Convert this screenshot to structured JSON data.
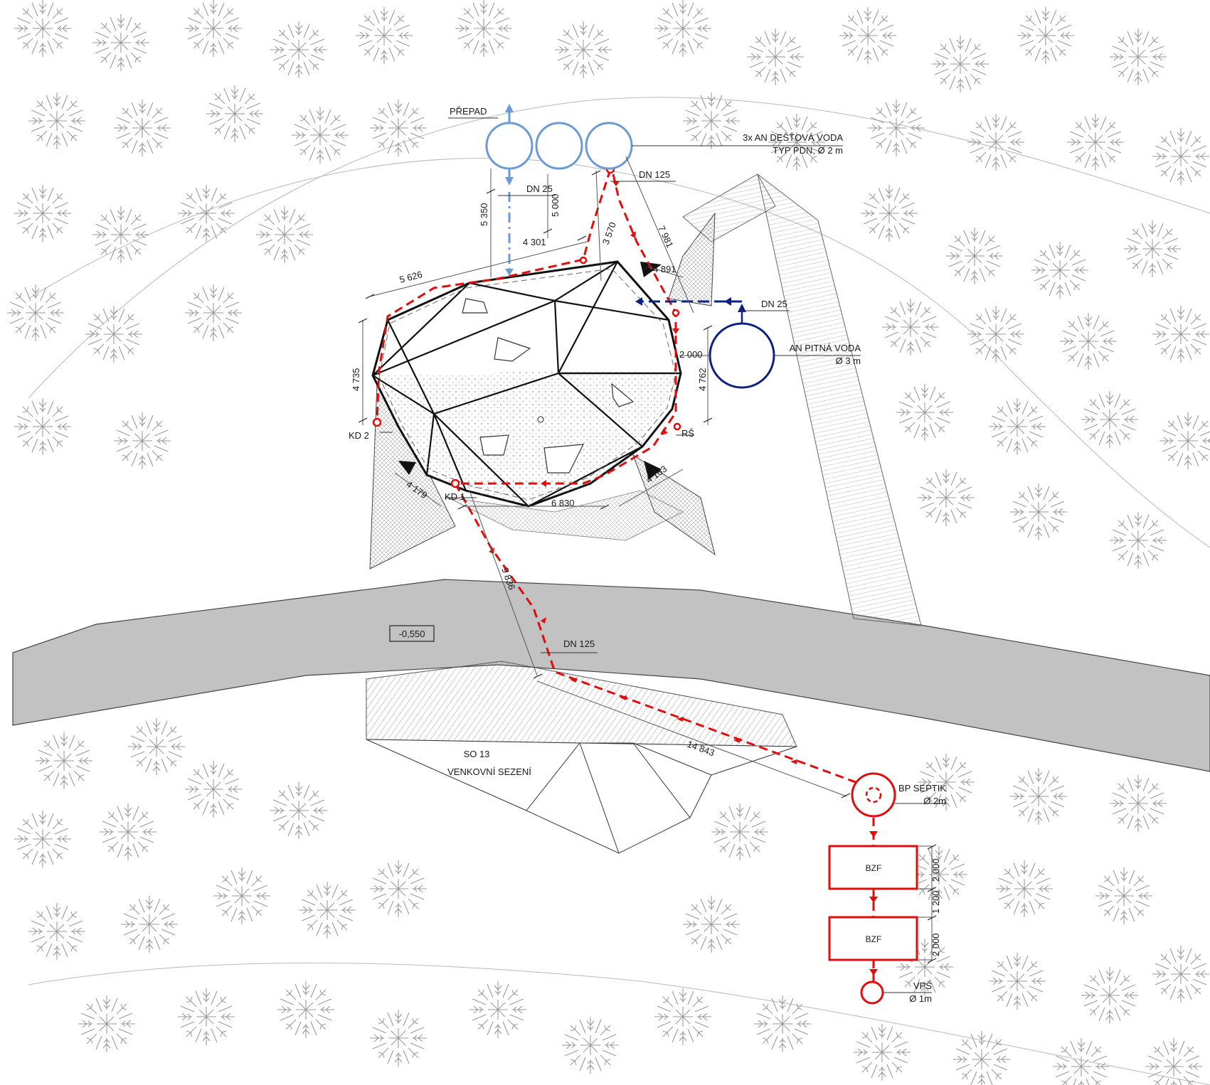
{
  "labels": {
    "prepad": "PŘEPAD",
    "rain_tanks": "3x AN DEŠŤOVÁ VODA",
    "rain_tanks_type": "TYP PDN, Ø 2 m",
    "potable_tank": "AN PITNÁ VODA",
    "potable_tank_size": "Ø 3 m",
    "dn25_top": "DN 25",
    "dn25_right": "DN 25",
    "dn125_top": "DN 125",
    "dn125_path": "DN 125",
    "kd1": "KD 1",
    "kd2": "KD 2",
    "rs": "RŠ",
    "level": "-0,550",
    "so_number": "SO 13",
    "so_name": "VENKOVNÍ SEZENÍ",
    "septic": "BP SEPTIK",
    "septic_size": "Ø 2m",
    "bzf1": "BZF",
    "bzf2": "BZF",
    "vps": "VPŠ",
    "vps_size": "Ø 1m"
  },
  "dimensions": {
    "d5350": "5 350",
    "d5000": "5 000",
    "d4301": "4 301",
    "d3570": "3 570",
    "d7981": "7 981",
    "d4891": "4 891",
    "d5626": "5 626",
    "d4735": "4 735",
    "d2000": "2 000",
    "d4762": "4 762",
    "d4179": "4 179",
    "d6830": "6 830",
    "d4163": "4 163",
    "d9836": "9 836",
    "d14843": "14 843",
    "dz2000a": "2 000",
    "dz1200": "1 200",
    "dz2000b": "2 000"
  },
  "colors": {
    "sewer": "#e10d0d",
    "rainwater": "#6b9bd6",
    "potable": "#0d2183",
    "road": "#c2c2c2",
    "tree": "#9a9a9a",
    "building": "#111111"
  }
}
